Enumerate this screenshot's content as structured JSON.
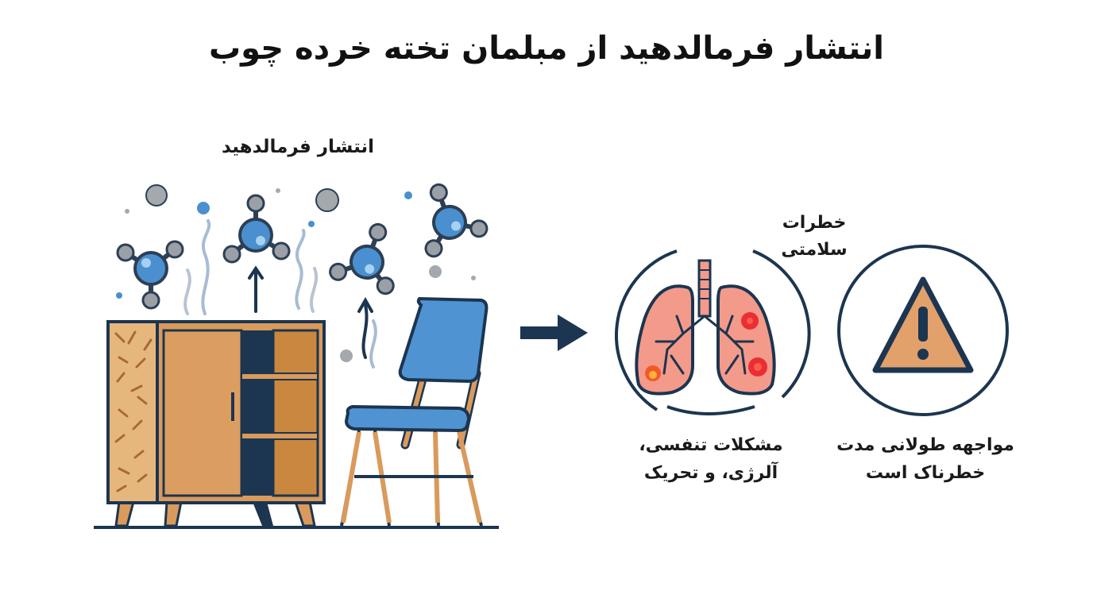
{
  "title": "انتشار فرمالدهید از مبلمان تخته خرده چوب",
  "emission_label": "انتشار فرمالدهید",
  "health_risks": {
    "line1": "خطرات",
    "line2": "سلامتی"
  },
  "captions": {
    "lungs_line1": "مشکلات تنفسی،",
    "lungs_line2": "آلرژی، و تحریک",
    "warning_line1": "مواجهه طولانی مدت",
    "warning_line2": "خطرناک است"
  },
  "colors": {
    "molecule": "#4a8fcf",
    "wood": "#d99a5b",
    "particleboard": "#e6b77c",
    "chair": "#4f93d2",
    "navy": "#1c3550",
    "lung": "#f39a8a",
    "warning": "#e2a06b"
  },
  "icons": [
    "formaldehyde-molecule-icon",
    "cabinet-icon",
    "chair-icon",
    "arrow-right-icon",
    "lungs-icon",
    "warning-icon"
  ]
}
